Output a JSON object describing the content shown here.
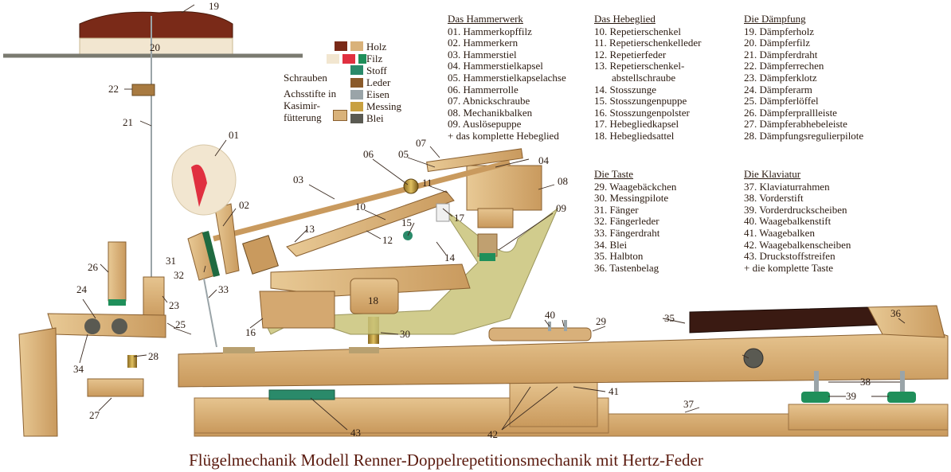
{
  "caption": "Flügelmechanik Modell Renner-Doppelrepetitionsmechanik mit Hertz-Feder",
  "materials": {
    "labels": [
      "Holz",
      "Filz",
      "Stoff",
      "Leder",
      "Eisen",
      "Messing",
      "Blei"
    ],
    "screws_label": "Schrauben",
    "axle_label": "Achsstifte in Kasimir-fütterung",
    "colors": {
      "holz": "#d9b27a",
      "felt_green": "#1f8f5a",
      "felt_red": "#e03040",
      "leather": "#8a5a2a",
      "iron": "#9aa4a8",
      "brass": "#c8a040",
      "lead": "#5a5a52",
      "mahogany": "#7a2a18",
      "cloth": "#2a8a6a"
    }
  },
  "legend": [
    {
      "title": "Das Hammerwerk",
      "items": [
        "01. Hammerkopffilz",
        "02. Hammerkern",
        "03. Hammerstiel",
        "04. Hammerstielkapsel",
        "05. Hammerstielkapselachse",
        "06. Hammerrolle",
        "07. Abnickschraube",
        "08. Mechanikbalken",
        "09. Auslösepuppe",
        "+ das komplette Hebeglied"
      ]
    },
    {
      "title": "Das Hebeglied",
      "items": [
        "10. Repetierschenkel",
        "11. Repetierschenkelleder",
        "12. Repetierfeder",
        "13. Repetierschenkel-",
        "abstellschraube",
        "14. Stosszunge",
        "15. Stosszungenpuppe",
        "16. Stosszungenpolster",
        "17. Hebegliedkapsel",
        "18. Hebegliedsattel"
      ]
    },
    {
      "title": "Die Dämpfung",
      "items": [
        "19. Dämpferholz",
        "20. Dämpferfilz",
        "21. Dämpferdraht",
        "22. Dämpferrechen",
        "23. Dämpferklotz",
        "24. Dämpferarm",
        "25. Dämpferlöffel",
        "26. Dämpferprallleiste",
        "27. Dämpferabhebeleiste",
        "28. Dämpfungsregulierpilote"
      ]
    },
    {
      "title": "Die Taste",
      "items": [
        "29. Waagebäckchen",
        "30. Messingpilote",
        "31. Fänger",
        "32. Fängerleder",
        "33. Fängerdraht",
        "34. Blei",
        "35. Halbton",
        "36. Tastenbelag"
      ]
    },
    {
      "title": "Die Klaviatur",
      "items": [
        "37. Klaviaturrahmen",
        "38. Vorderstift",
        "39. Vorderdruckscheiben",
        "40. Waagebalkenstift",
        "41. Waagebalken",
        "42. Waagebalkenscheiben",
        "43. Druckstoffstreifen",
        "+ die komplette Taste"
      ]
    }
  ],
  "callouts": [
    "01",
    "02",
    "03",
    "04",
    "05",
    "06",
    "07",
    "08",
    "09",
    "10",
    "11",
    "12",
    "13",
    "14",
    "15",
    "16",
    "17",
    "18",
    "19",
    "20",
    "21",
    "22",
    "23",
    "24",
    "25",
    "26",
    "27",
    "28",
    "29",
    "30",
    "31",
    "32",
    "33",
    "34",
    "35",
    "36",
    "37",
    "38",
    "39",
    "40",
    "41",
    "42",
    "43"
  ]
}
